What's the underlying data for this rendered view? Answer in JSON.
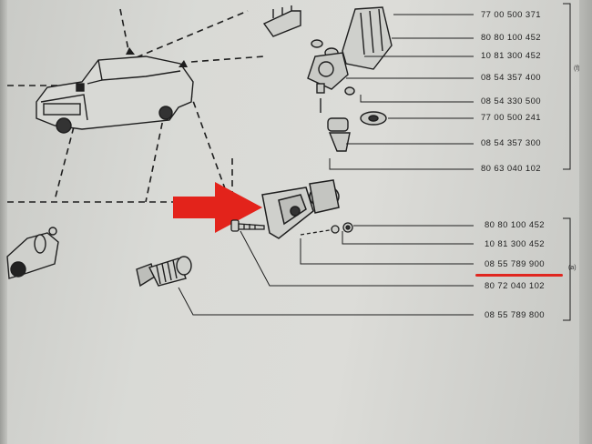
{
  "parts": {
    "p1": "77 00 500 371",
    "p2": "80 80 100 452",
    "p3": "10 81 300 452",
    "p4": "08 54 357 400",
    "p5": "08 54 330 500",
    "p6": "77 00 500 241",
    "p7": "08 54 357 300",
    "p8": "80 63 040 102",
    "p9": "80 80 100 452",
    "p10": "10 81 300 452",
    "p11": "08 55 789 900",
    "p12": "80 72 040 102",
    "p13": "08 55 789 800"
  },
  "notes": {
    "upper": "(f)",
    "lower": "(a)"
  },
  "colors": {
    "arrow": "#e3231b",
    "highlight": "#e0261f",
    "ink": "#1e1e1e"
  },
  "icons": {
    "pointer": "red-arrow-icon"
  }
}
